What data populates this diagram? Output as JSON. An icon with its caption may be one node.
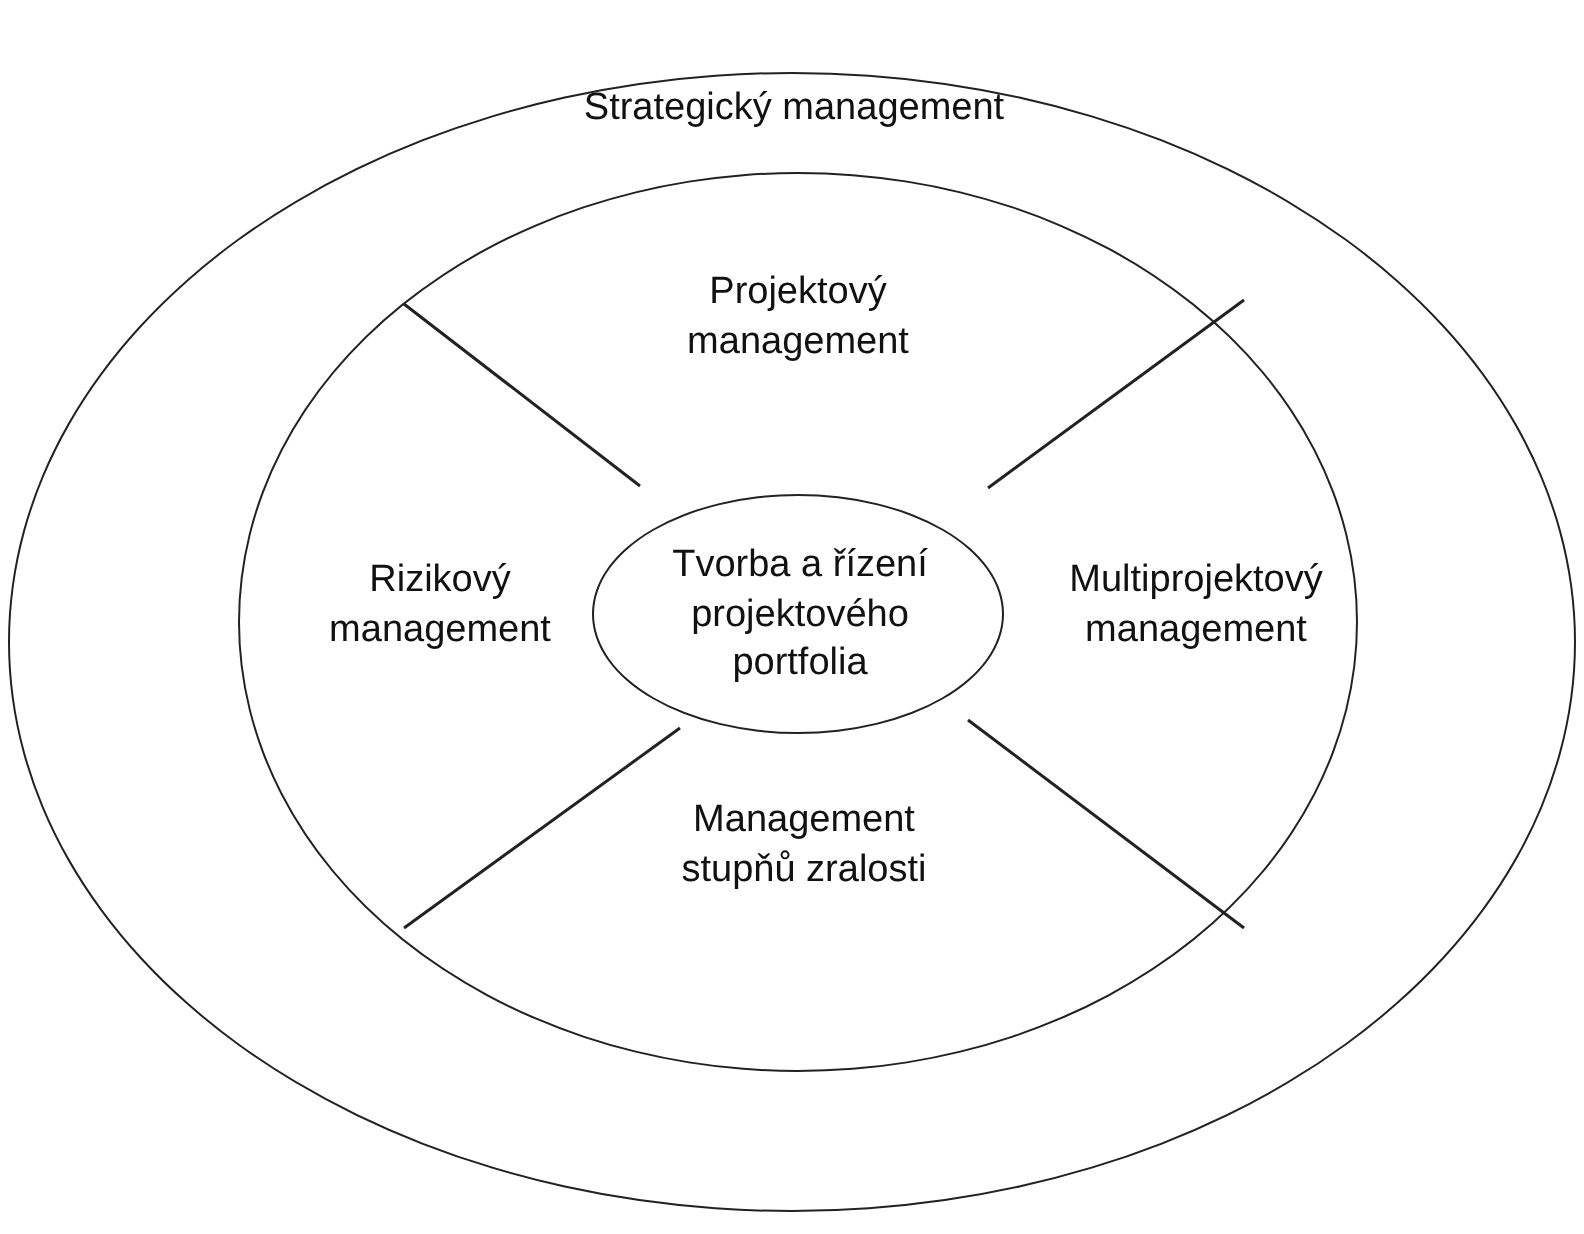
{
  "diagram": {
    "nodes": [
      {
        "text": [
          "Strategický management"
        ]
      },
      {
        "text": [
          "Projektový management",
          "Rizikový management",
          "Multiprojektový management",
          "Management stupňů zralosti"
        ],
        "in": 0
      },
      {
        "text": [
          "Tvorba a řízení projektového portfolia"
        ],
        "in": 1
      }
    ]
  }
}
